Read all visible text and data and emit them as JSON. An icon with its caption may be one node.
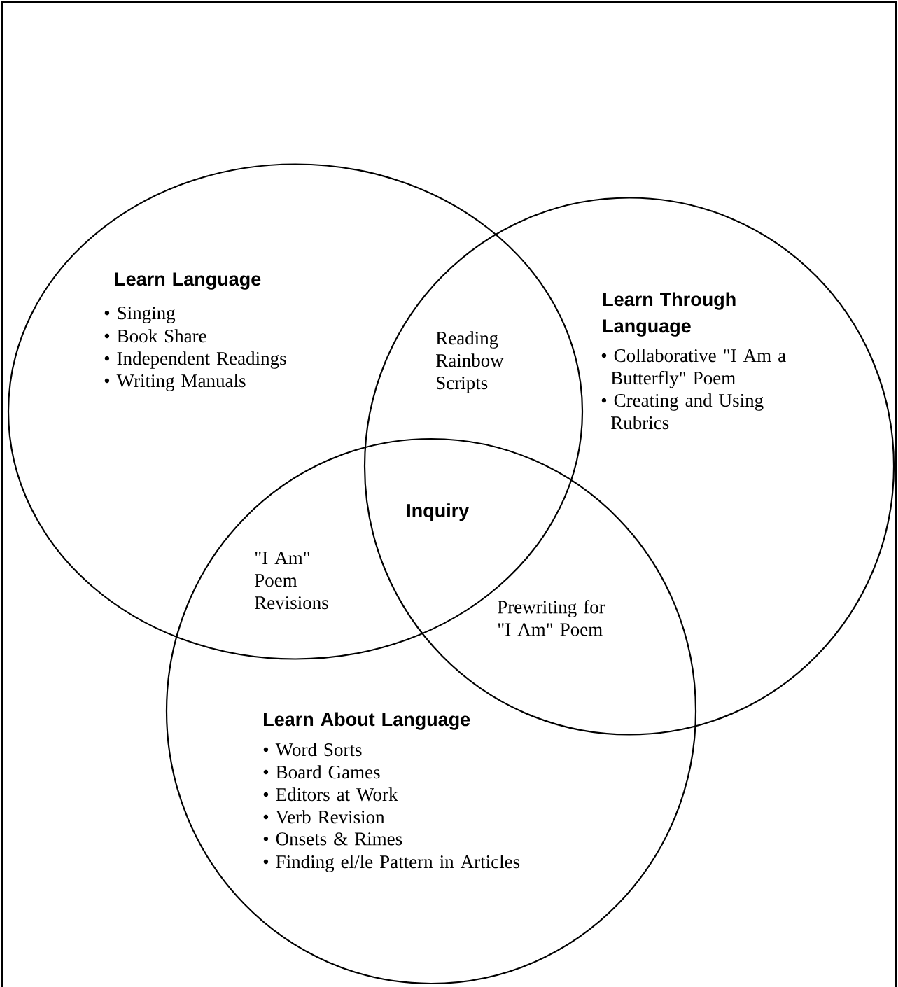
{
  "diagram": {
    "nodes": [
      {
        "text": [
          "Learn Language",
          "• Singing",
          "• Book Share",
          "• Independent Readings",
          "• Writing Manuals"
        ]
      },
      {
        "text": [
          "Learn Through Language",
          "• Collaborative \"I Am a Butterfly\" Poem",
          "• Creating and Using Rubrics"
        ]
      },
      {
        "text": [
          "Learn About Language",
          "• Word Sorts",
          "• Board Games",
          "• Editors at Work",
          "• Verb Revision",
          "• Onsets & Rimes",
          "• Finding el/le Pattern in Articles"
        ]
      }
    ],
    "labels": [
      "Reading Rainbow Scripts",
      "Inquiry",
      "\"I Am\" Poem Revisions",
      "Prewriting for \"I Am\" Poem"
    ]
  }
}
